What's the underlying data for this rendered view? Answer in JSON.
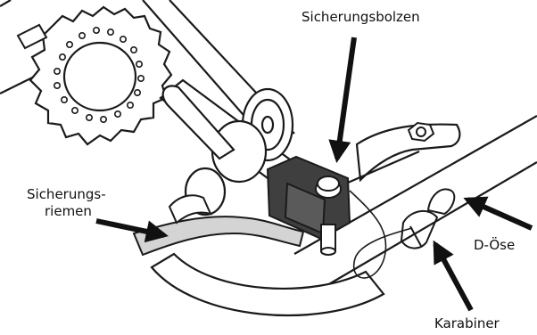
{
  "labels": {
    "sicherungsbolzen": "Sicherungsbolzen",
    "sicherungsriemen_line1": "Sicherungs-",
    "sicherungsriemen_line2": "riemen",
    "d_oese": "D-Öse",
    "karabiner": "Karabiner"
  },
  "colors": {
    "outline": "#1a1a1a",
    "pin_block": "#3f3f3f",
    "strap": "#d4d4d4",
    "arrow": "#111111"
  }
}
